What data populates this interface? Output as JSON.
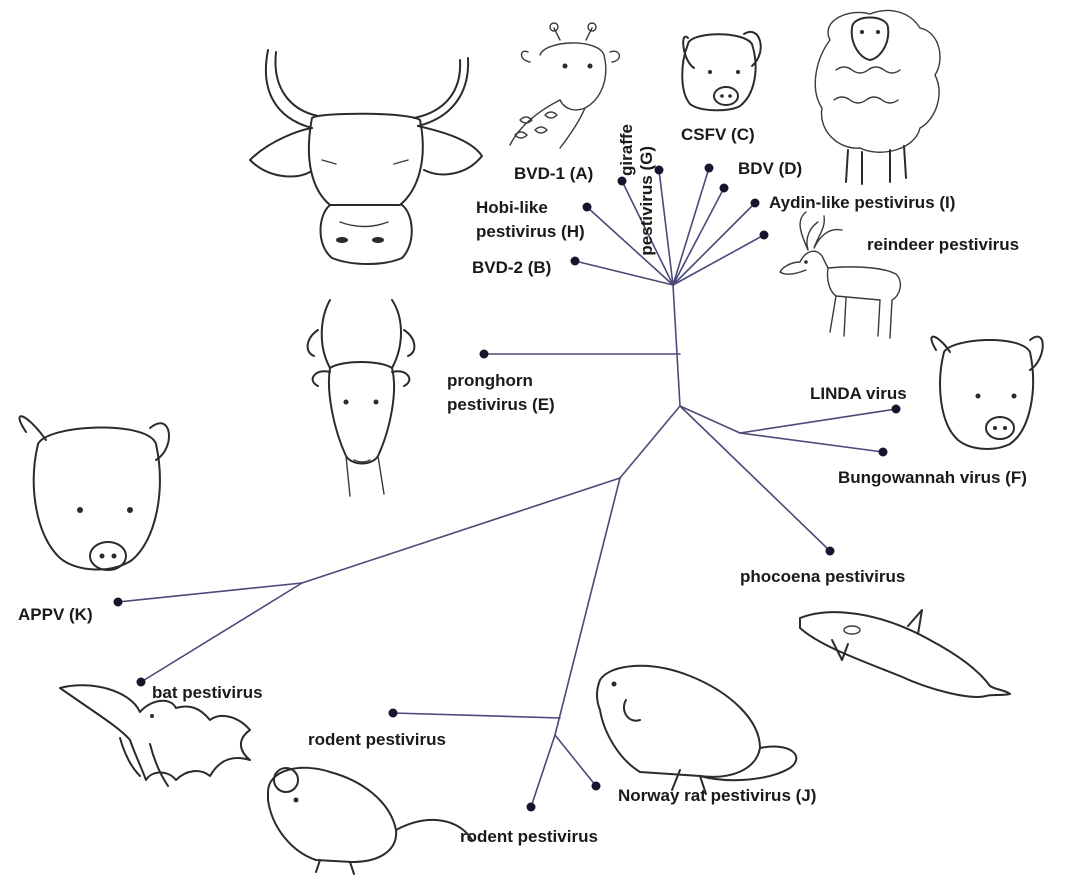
{
  "tree": {
    "leaves": [
      {
        "id": "bvd1",
        "label": "BVD-1 (A)"
      },
      {
        "id": "giraffe",
        "label_lines": [
          "giraffe",
          "pestivirus (G)"
        ]
      },
      {
        "id": "csfv",
        "label": "CSFV (C)"
      },
      {
        "id": "bdv",
        "label": "BDV (D)"
      },
      {
        "id": "aydin",
        "label": "Aydin-like pestivirus (I)"
      },
      {
        "id": "reindeer",
        "label": "reindeer pestivirus"
      },
      {
        "id": "hobi",
        "label_lines": [
          "Hobi-like",
          "pestivirus (H)"
        ]
      },
      {
        "id": "bvd2",
        "label": "BVD-2 (B)"
      },
      {
        "id": "pronghorn",
        "label_lines": [
          "pronghorn",
          "pestivirus (E)"
        ]
      },
      {
        "id": "linda",
        "label": "LINDA virus"
      },
      {
        "id": "bungowannah",
        "label": "Bungowannah virus (F)"
      },
      {
        "id": "phocoena",
        "label": "phocoena pestivirus"
      },
      {
        "id": "appv",
        "label": "APPV (K)"
      },
      {
        "id": "bat",
        "label": "bat pestivirus"
      },
      {
        "id": "rodent1",
        "label": "rodent pestivirus"
      },
      {
        "id": "rodent2",
        "label": "rodent pestivirus"
      },
      {
        "id": "norway",
        "label": "Norway rat pestivirus (J)"
      }
    ]
  },
  "illustrations": [
    "cow",
    "giraffe",
    "pig",
    "sheep",
    "reindeer",
    "pronghorn",
    "pig",
    "pig",
    "porpoise",
    "rat",
    "bat",
    "mouse"
  ]
}
